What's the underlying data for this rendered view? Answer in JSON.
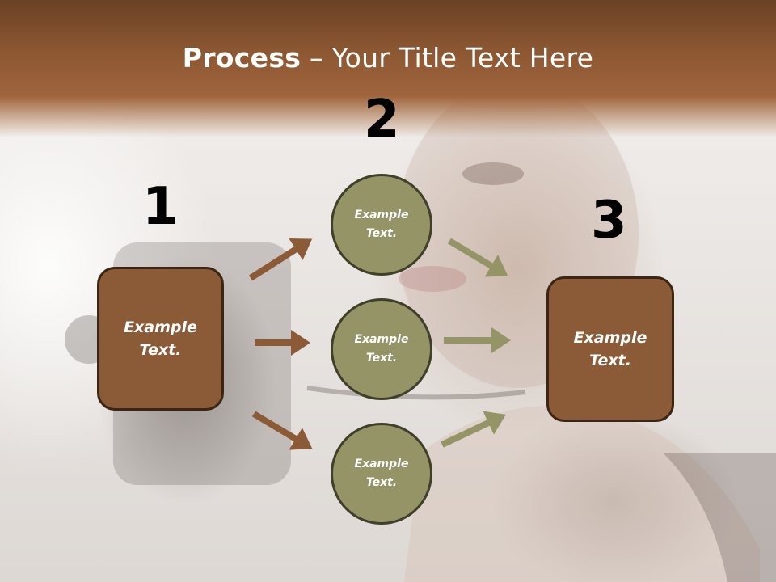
{
  "title": {
    "bold": "Process",
    "rest": " – Your Title Text Here"
  },
  "steps": {
    "one": {
      "number": "1",
      "label_line1": "Example",
      "label_line2": "Text."
    },
    "two": {
      "number": "2"
    },
    "three": {
      "number": "3",
      "label_line1": "Example",
      "label_line2": "Text."
    }
  },
  "circles": [
    {
      "line1": "Example",
      "line2": "Text."
    },
    {
      "line1": "Example",
      "line2": "Text."
    },
    {
      "line1": "Example",
      "line2": "Text."
    }
  ],
  "colors": {
    "box_fill": "#8b5a36",
    "circle_fill": "#949466",
    "arrow_brown": "#8b5a36",
    "arrow_olive": "#949466",
    "header": "#8a5631"
  }
}
